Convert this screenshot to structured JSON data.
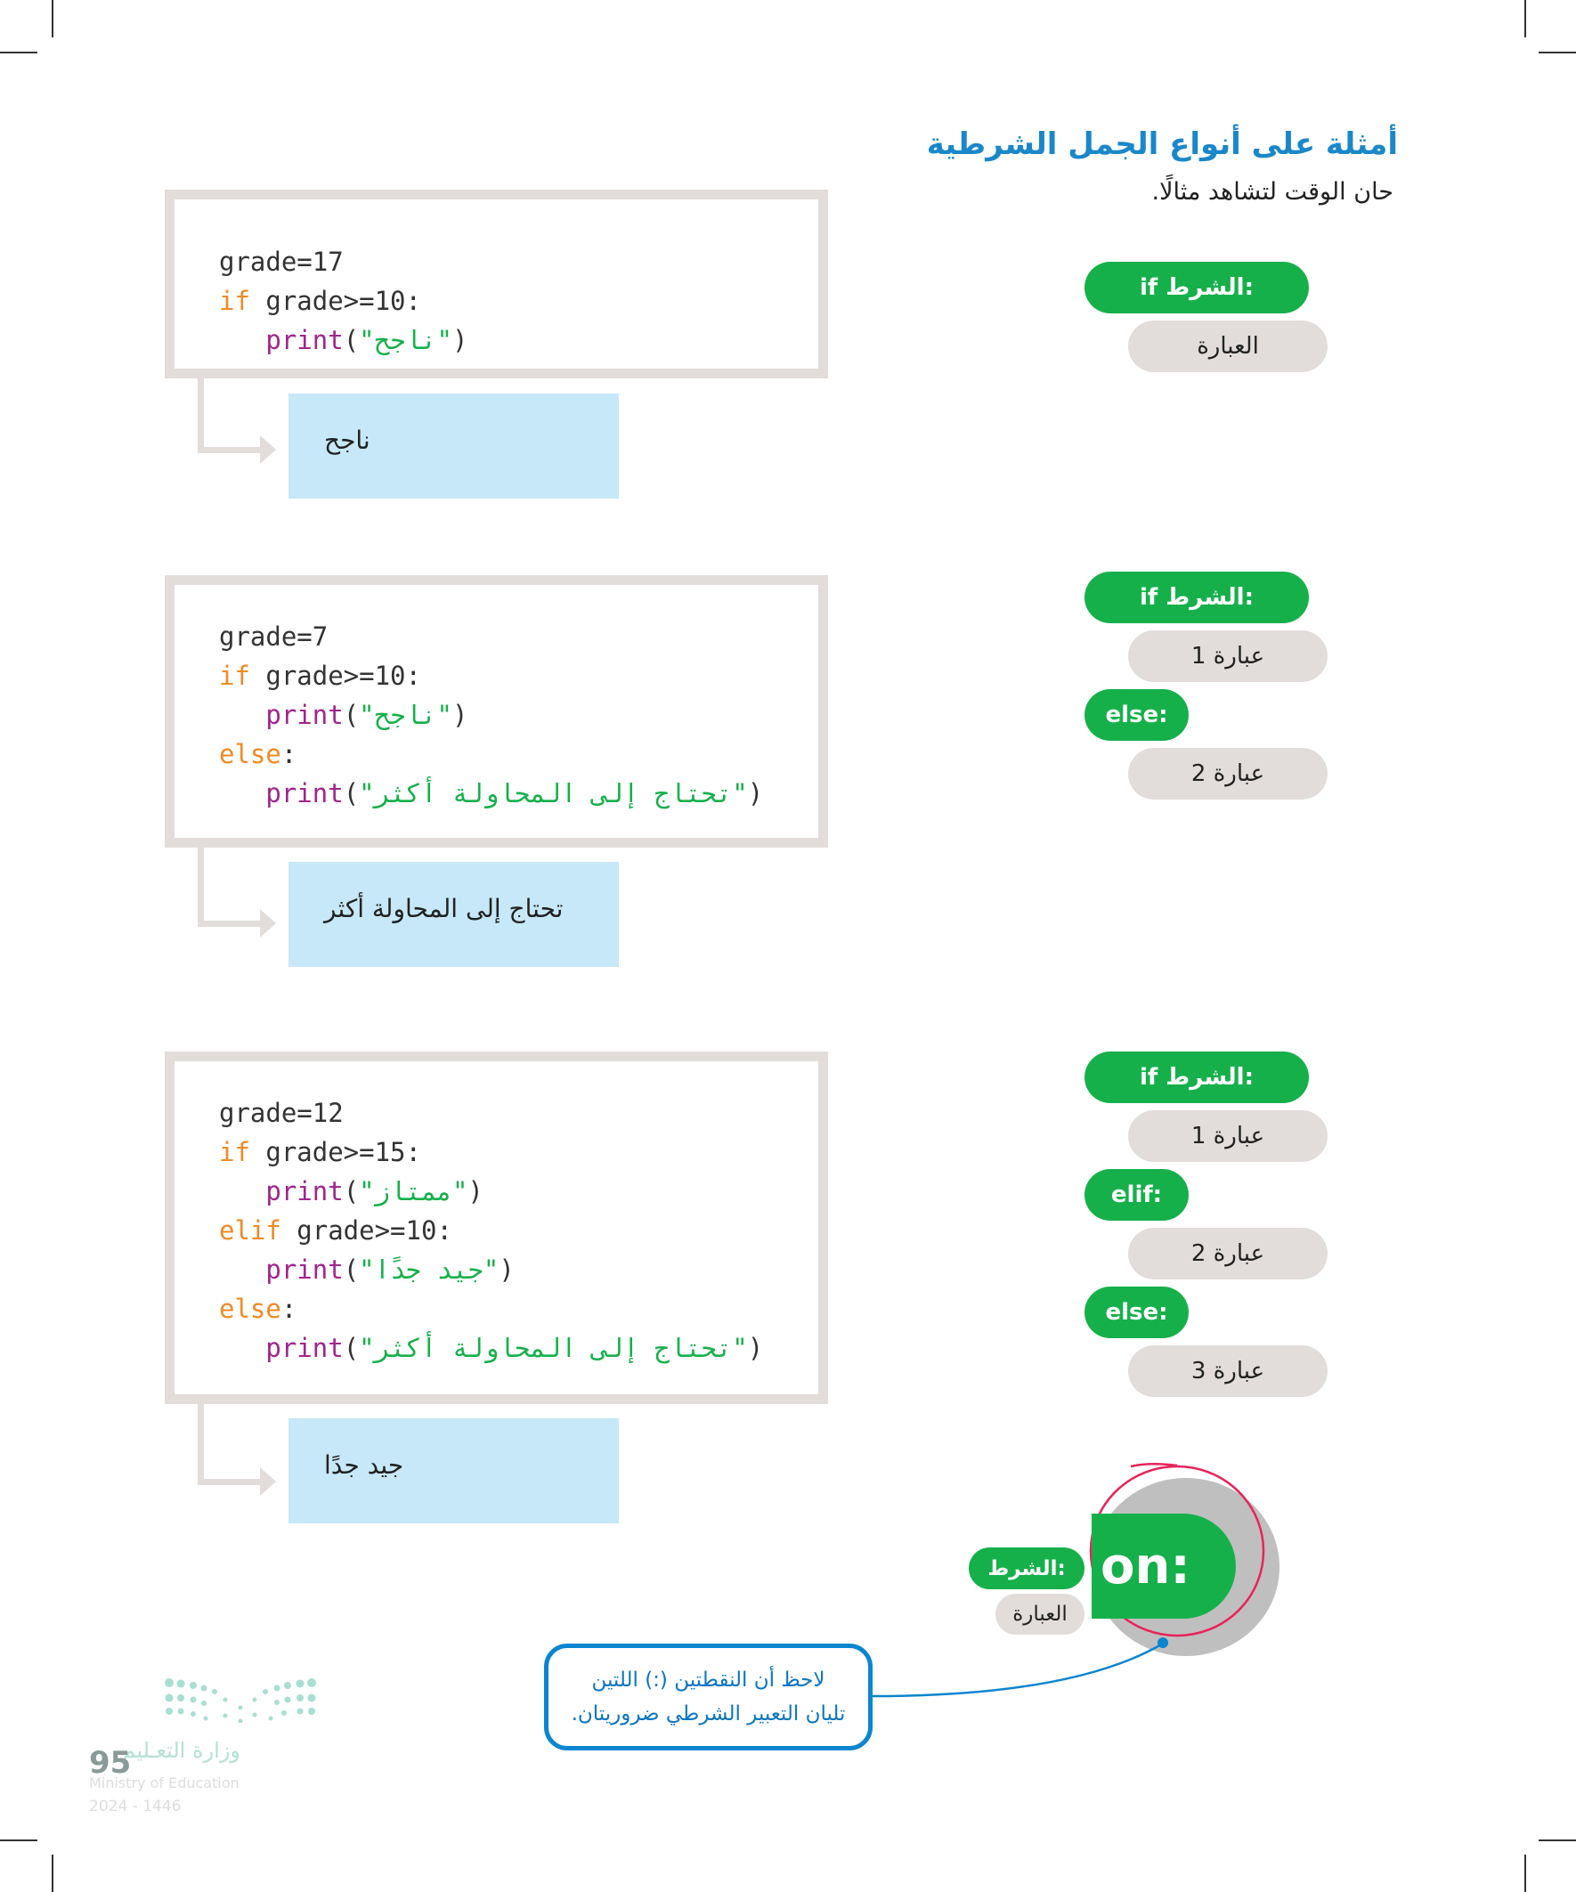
{
  "header": {
    "title": "أمثلة على أنواع الجمل الشرطية",
    "subtitle": "حان الوقت لتشاهد مثالًا."
  },
  "examples": [
    {
      "code": {
        "l1": "grade=17",
        "l2_kw": "if",
        "l2_rest": " grade>=10:",
        "l3_fn": "print",
        "l3_open": "(",
        "l3_str": "\"ناجح\"",
        "l3_close": ")"
      },
      "output": "ناجح",
      "diagram": {
        "cond": "if الشرط:",
        "stmt": "العبارة"
      }
    },
    {
      "code": {
        "l1": "grade=7",
        "l2_kw": "if",
        "l2_rest": " grade>=10:",
        "l3_fn": "print",
        "l3_open": "(",
        "l3_str": "\"ناجح\"",
        "l3_close": ")",
        "l4_kw": "else",
        "l4_rest": ":",
        "l5_fn": "print",
        "l5_open": "(",
        "l5_str": "\"تحتاج إلى المحاولة أكثر\"",
        "l5_close": ")"
      },
      "output": "تحتاج إلى المحاولة أكثر",
      "diagram": {
        "cond": "if الشرط:",
        "stmt1": "عبارة 1",
        "else": "else:",
        "stmt2": "عبارة 2"
      }
    },
    {
      "code": {
        "l1": "grade=12",
        "l2_kw": "if",
        "l2_rest": " grade>=15:",
        "l3_fn": "print",
        "l3_open": "(",
        "l3_str": "\"ممتاز\"",
        "l3_close": ")",
        "l4_kw": "elif",
        "l4_rest": " grade>=10:",
        "l5_fn": "print",
        "l5_open": "(",
        "l5_str": "\"جيد جدًا\"",
        "l5_close": ")",
        "l6_kw": "else",
        "l6_rest": ":",
        "l7_fn": "print",
        "l7_open": "(",
        "l7_str": "\"تحتاج إلى المحاولة أكثر\"",
        "l7_close": ")"
      },
      "output": "جيد جدًا",
      "diagram": {
        "cond": "if الشرط:",
        "stmt1": "عبارة 1",
        "elif": "elif:",
        "stmt2": "عبارة 2",
        "else": "else:",
        "stmt3": "عبارة 3"
      }
    }
  ],
  "zoom_note": {
    "cond": "الشرط:",
    "magnified": "on:",
    "stmt": "العبارة"
  },
  "callout": {
    "line1": "لاحظ أن النقطتين (:) اللتين",
    "line2": "تليان التعبير الشرطي ضروريتان."
  },
  "footer": {
    "page_number": "95",
    "ministry_ar": "وزارة التعـليم",
    "ministry_en": "Ministry of Education",
    "year": "2024 - 1446"
  },
  "colors": {
    "accent_blue": "#1a87c9",
    "green": "#16b04b",
    "gray": "#e2dddb",
    "output_bg": "#c7e8f8",
    "keyword": "#f08a24",
    "function": "#a0258d",
    "string": "#16b04b",
    "highlight_red": "#e8235a"
  }
}
